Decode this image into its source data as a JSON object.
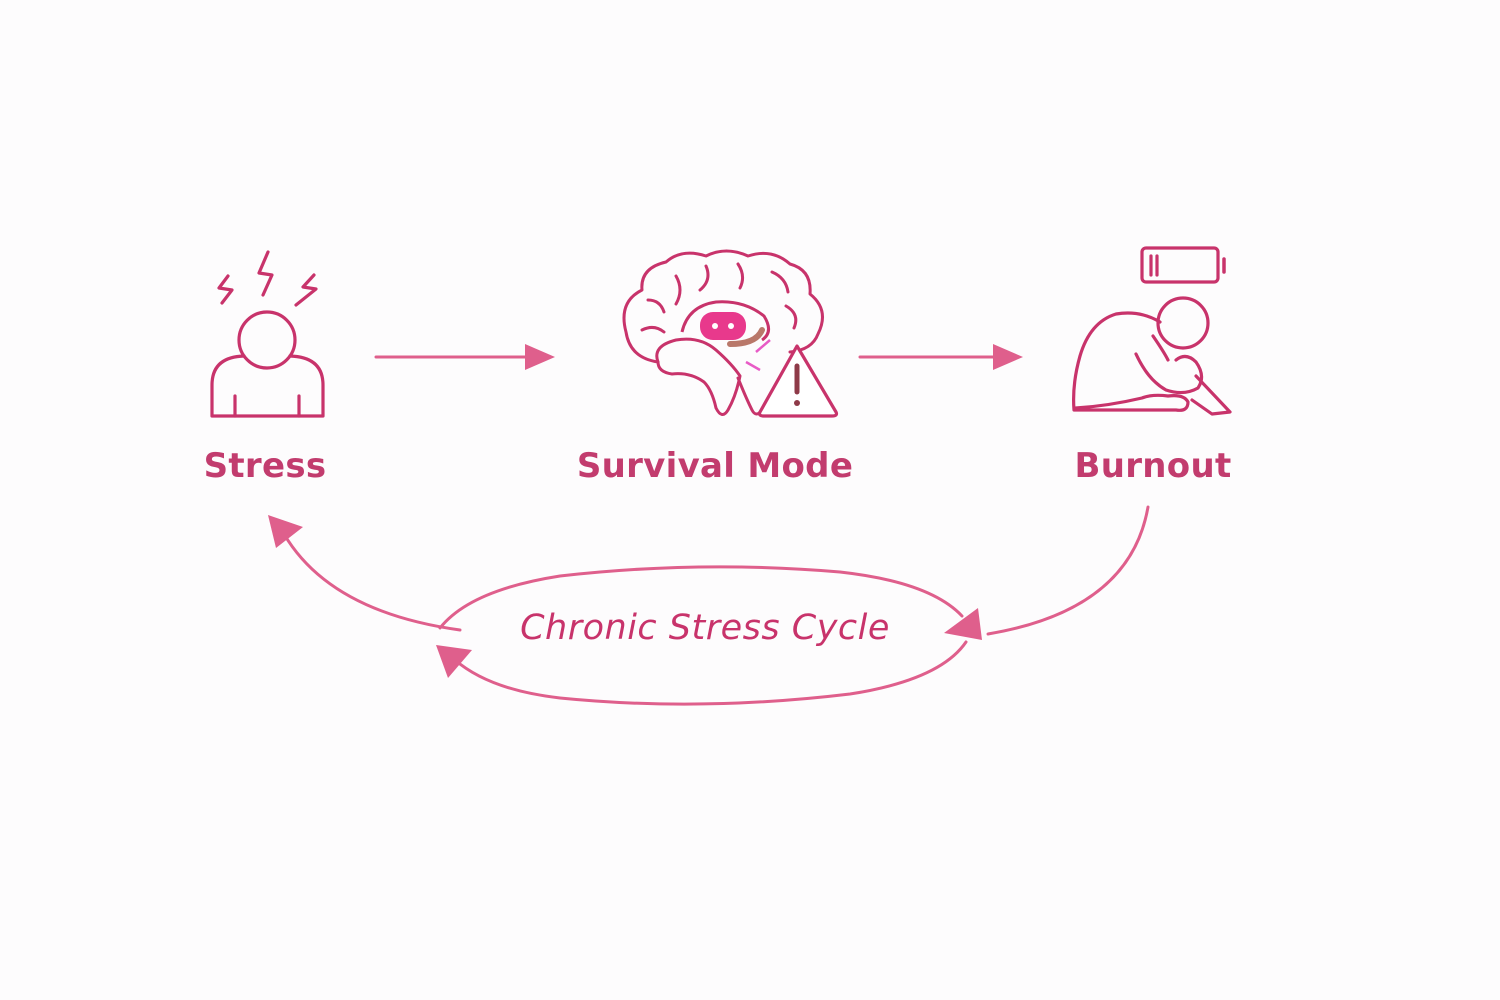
{
  "diagram": {
    "nodes": [
      {
        "id": "stress",
        "label": "Stress",
        "icon": "stressed-person-icon"
      },
      {
        "id": "survival",
        "label": "Survival Mode",
        "icon": "brain-warning-icon"
      },
      {
        "id": "burnout",
        "label": "Burnout",
        "icon": "exhausted-person-low-battery-icon"
      }
    ],
    "edges": [
      {
        "from": "stress",
        "to": "survival",
        "style": "straight-arrow"
      },
      {
        "from": "survival",
        "to": "burnout",
        "style": "straight-arrow"
      },
      {
        "from": "burnout",
        "to": "cycle",
        "style": "curved-arrow"
      },
      {
        "from": "cycle",
        "to": "stress",
        "style": "curved-arrow"
      }
    ],
    "cycle": {
      "label": "Chronic Stress Cycle"
    },
    "battery_level": "low",
    "colors": {
      "primary": "#c8336b",
      "label": "#c23c6e",
      "arrow": "#df5f8c",
      "amygdala": "#e8398c",
      "hippocampus": "#b9786a",
      "warning_mark": "#8e3a48",
      "background": "#fdfcfd"
    }
  }
}
